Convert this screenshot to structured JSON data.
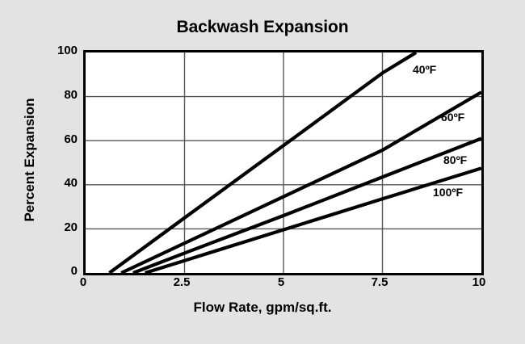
{
  "figure": {
    "background_color": "#e3e3e3",
    "plot_background_color": "#ffffff",
    "line_color": "#000000",
    "grid_color": "#555555"
  },
  "chart_data": {
    "type": "line",
    "title": "Backwash Expansion",
    "xlabel": "Flow Rate, gpm/sq.ft.",
    "ylabel": "Percent Expansion",
    "xlim": [
      0,
      10
    ],
    "ylim": [
      0,
      100
    ],
    "xticks": [
      "0",
      "2.5",
      "5",
      "7.5",
      "10"
    ],
    "xtick_values": [
      0,
      2.5,
      5,
      7.5,
      10
    ],
    "yticks": [
      "0",
      "20",
      "40",
      "60",
      "80",
      "100"
    ],
    "ytick_values": [
      0,
      20,
      40,
      60,
      80,
      100
    ],
    "grid": true,
    "legend": "inline-labels",
    "series": [
      {
        "name": "40ºF",
        "label": "40ºF",
        "x": [
          0.6,
          2.5,
          5,
          7.5,
          8.35
        ],
        "y": [
          0,
          25.0,
          57.8,
          90.7,
          100
        ]
      },
      {
        "name": "60ºF",
        "label": "60ºF",
        "x": [
          0.9,
          2.5,
          5,
          7.5,
          10
        ],
        "y": [
          0,
          13.5,
          34.6,
          55.7,
          82.0
        ]
      },
      {
        "name": "80ºF",
        "label": "80ºF",
        "x": [
          1.2,
          2.5,
          5,
          7.5,
          10
        ],
        "y": [
          0,
          9.0,
          26.0,
          43.5,
          61.0
        ]
      },
      {
        "name": "100ºF",
        "label": "100ºF",
        "x": [
          1.5,
          2.5,
          5,
          7.5,
          10
        ],
        "y": [
          0,
          5.6,
          19.6,
          33.6,
          47.5
        ]
      }
    ]
  }
}
